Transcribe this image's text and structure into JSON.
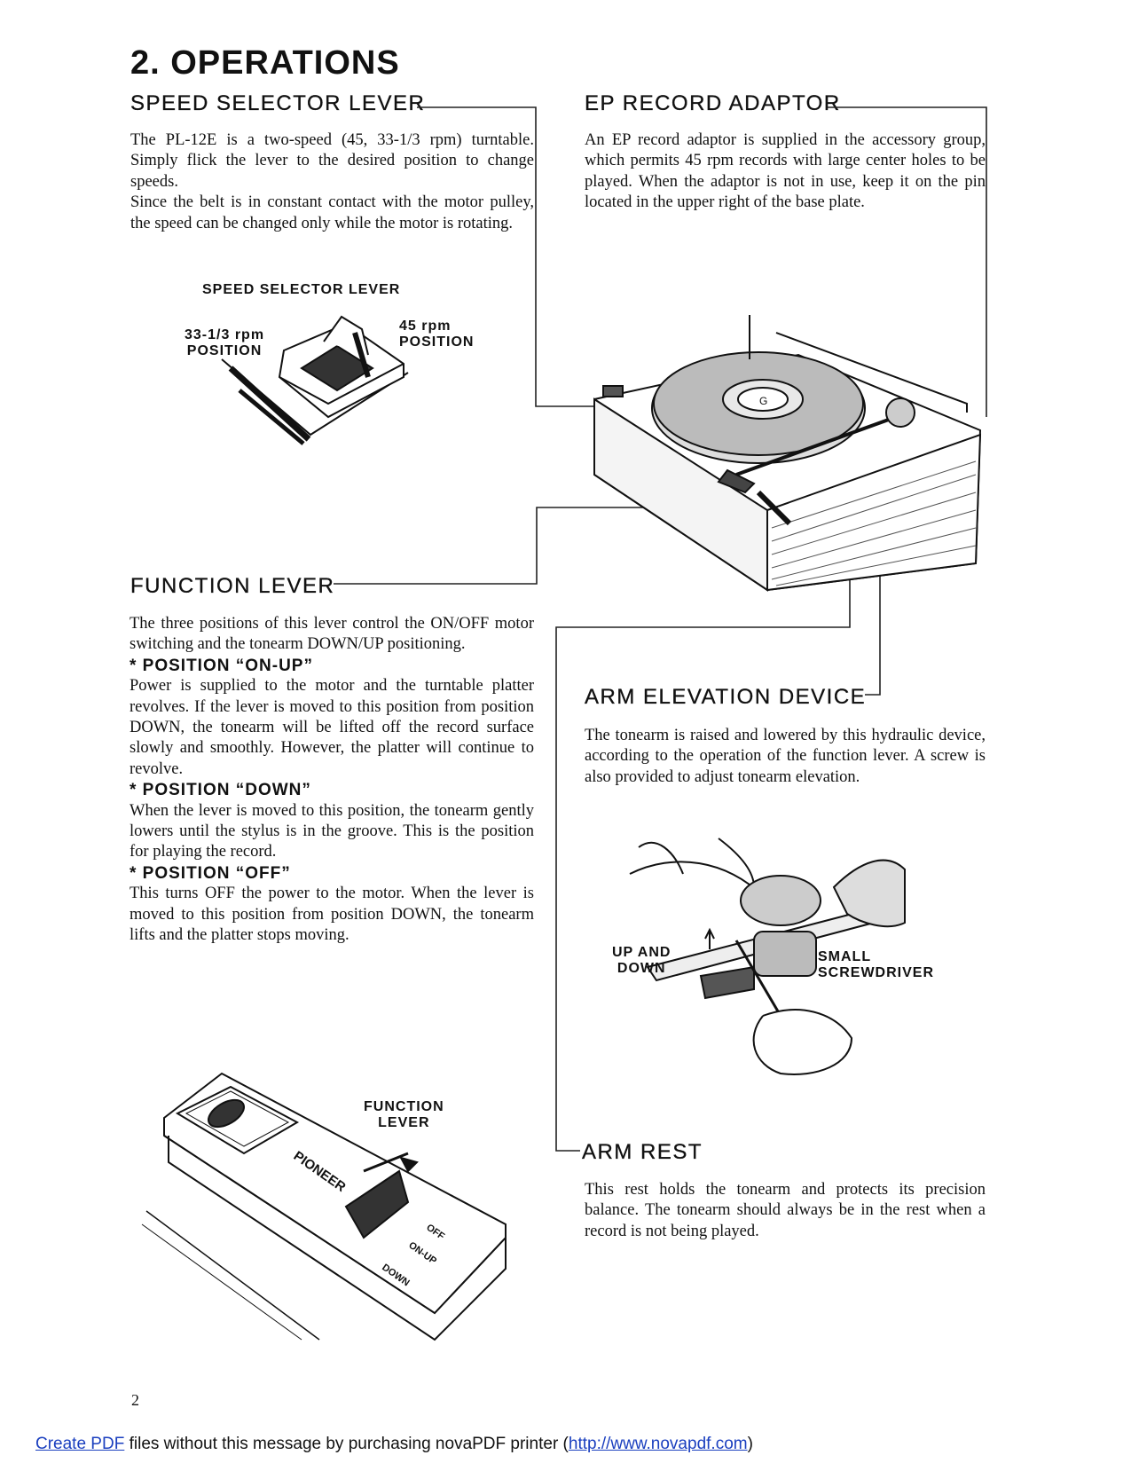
{
  "page_title": "2. OPERATIONS",
  "sections": {
    "speed_selector": {
      "heading": "SPEED SELECTOR LEVER",
      "paragraphs": [
        "The PL-12E is a two-speed (45, 33-1/3 rpm) turntable. Simply flick the lever to the desired position to change speeds.",
        "Since the belt is in constant contact with the motor pulley, the speed can be changed only while the motor is rotating."
      ],
      "figure_labels": {
        "title": "SPEED SELECTOR LEVER",
        "left_line1": "33-1/3 rpm",
        "left_line2": "POSITION",
        "right_line1": "45 rpm",
        "right_line2": "POSITION"
      }
    },
    "ep_adaptor": {
      "heading": "EP RECORD ADAPTOR",
      "paragraph": "An EP record adaptor is supplied in the accessory group, which permits 45 rpm records with large center holes to be played. When the adaptor is not in use, keep it on the pin located in the upper right of the base plate."
    },
    "function_lever": {
      "heading": "FUNCTION LEVER",
      "intro": "The three positions of this lever control the ON/OFF motor switching and the tonearm DOWN/UP positioning.",
      "positions": [
        {
          "title": "*  POSITION “ON-UP”",
          "text": "Power is supplied to the motor and the turntable platter revolves. If the lever is moved to this position from position DOWN, the tonearm will be lifted off the record surface slowly and smoothly. However, the platter will continue to revolve."
        },
        {
          "title": "*  POSITION “DOWN”",
          "text": "When the lever is moved to this position, the tonearm gently lowers until the stylus is in the groove. This is the position for playing the record."
        },
        {
          "title": "*  POSITION “OFF”",
          "text": "This turns OFF the power to the motor. When the lever is moved to this position from position DOWN, the tonearm lifts and the platter stops moving."
        }
      ],
      "figure_labels": {
        "line1": "FUNCTION",
        "line2": "LEVER",
        "panel_brand": "PIONEER",
        "panel_off": "OFF",
        "panel_onup": "ON-UP",
        "panel_down": "DOWN"
      }
    },
    "arm_elevation": {
      "heading": "ARM ELEVATION DEVICE",
      "paragraph": "The tonearm is raised and lowered by this hydraulic device, according to the operation of the function lever. A screw is also provided to adjust tonearm elevation.",
      "figure_labels": {
        "left_line1": "UP AND",
        "left_line2": "DOWN",
        "right_line1": "SMALL",
        "right_line2": "SCREWDRIVER"
      }
    },
    "arm_rest": {
      "heading": "ARM REST",
      "paragraph": "This rest holds the tonearm and protects its precision balance. The tonearm should always be in the rest when a record is not being played."
    }
  },
  "page_number": "2",
  "footer": {
    "link1": "Create PDF",
    "middle": " files without this message by purchasing novaPDF printer (",
    "link2": "http://www.novapdf.com",
    "end": ")"
  }
}
